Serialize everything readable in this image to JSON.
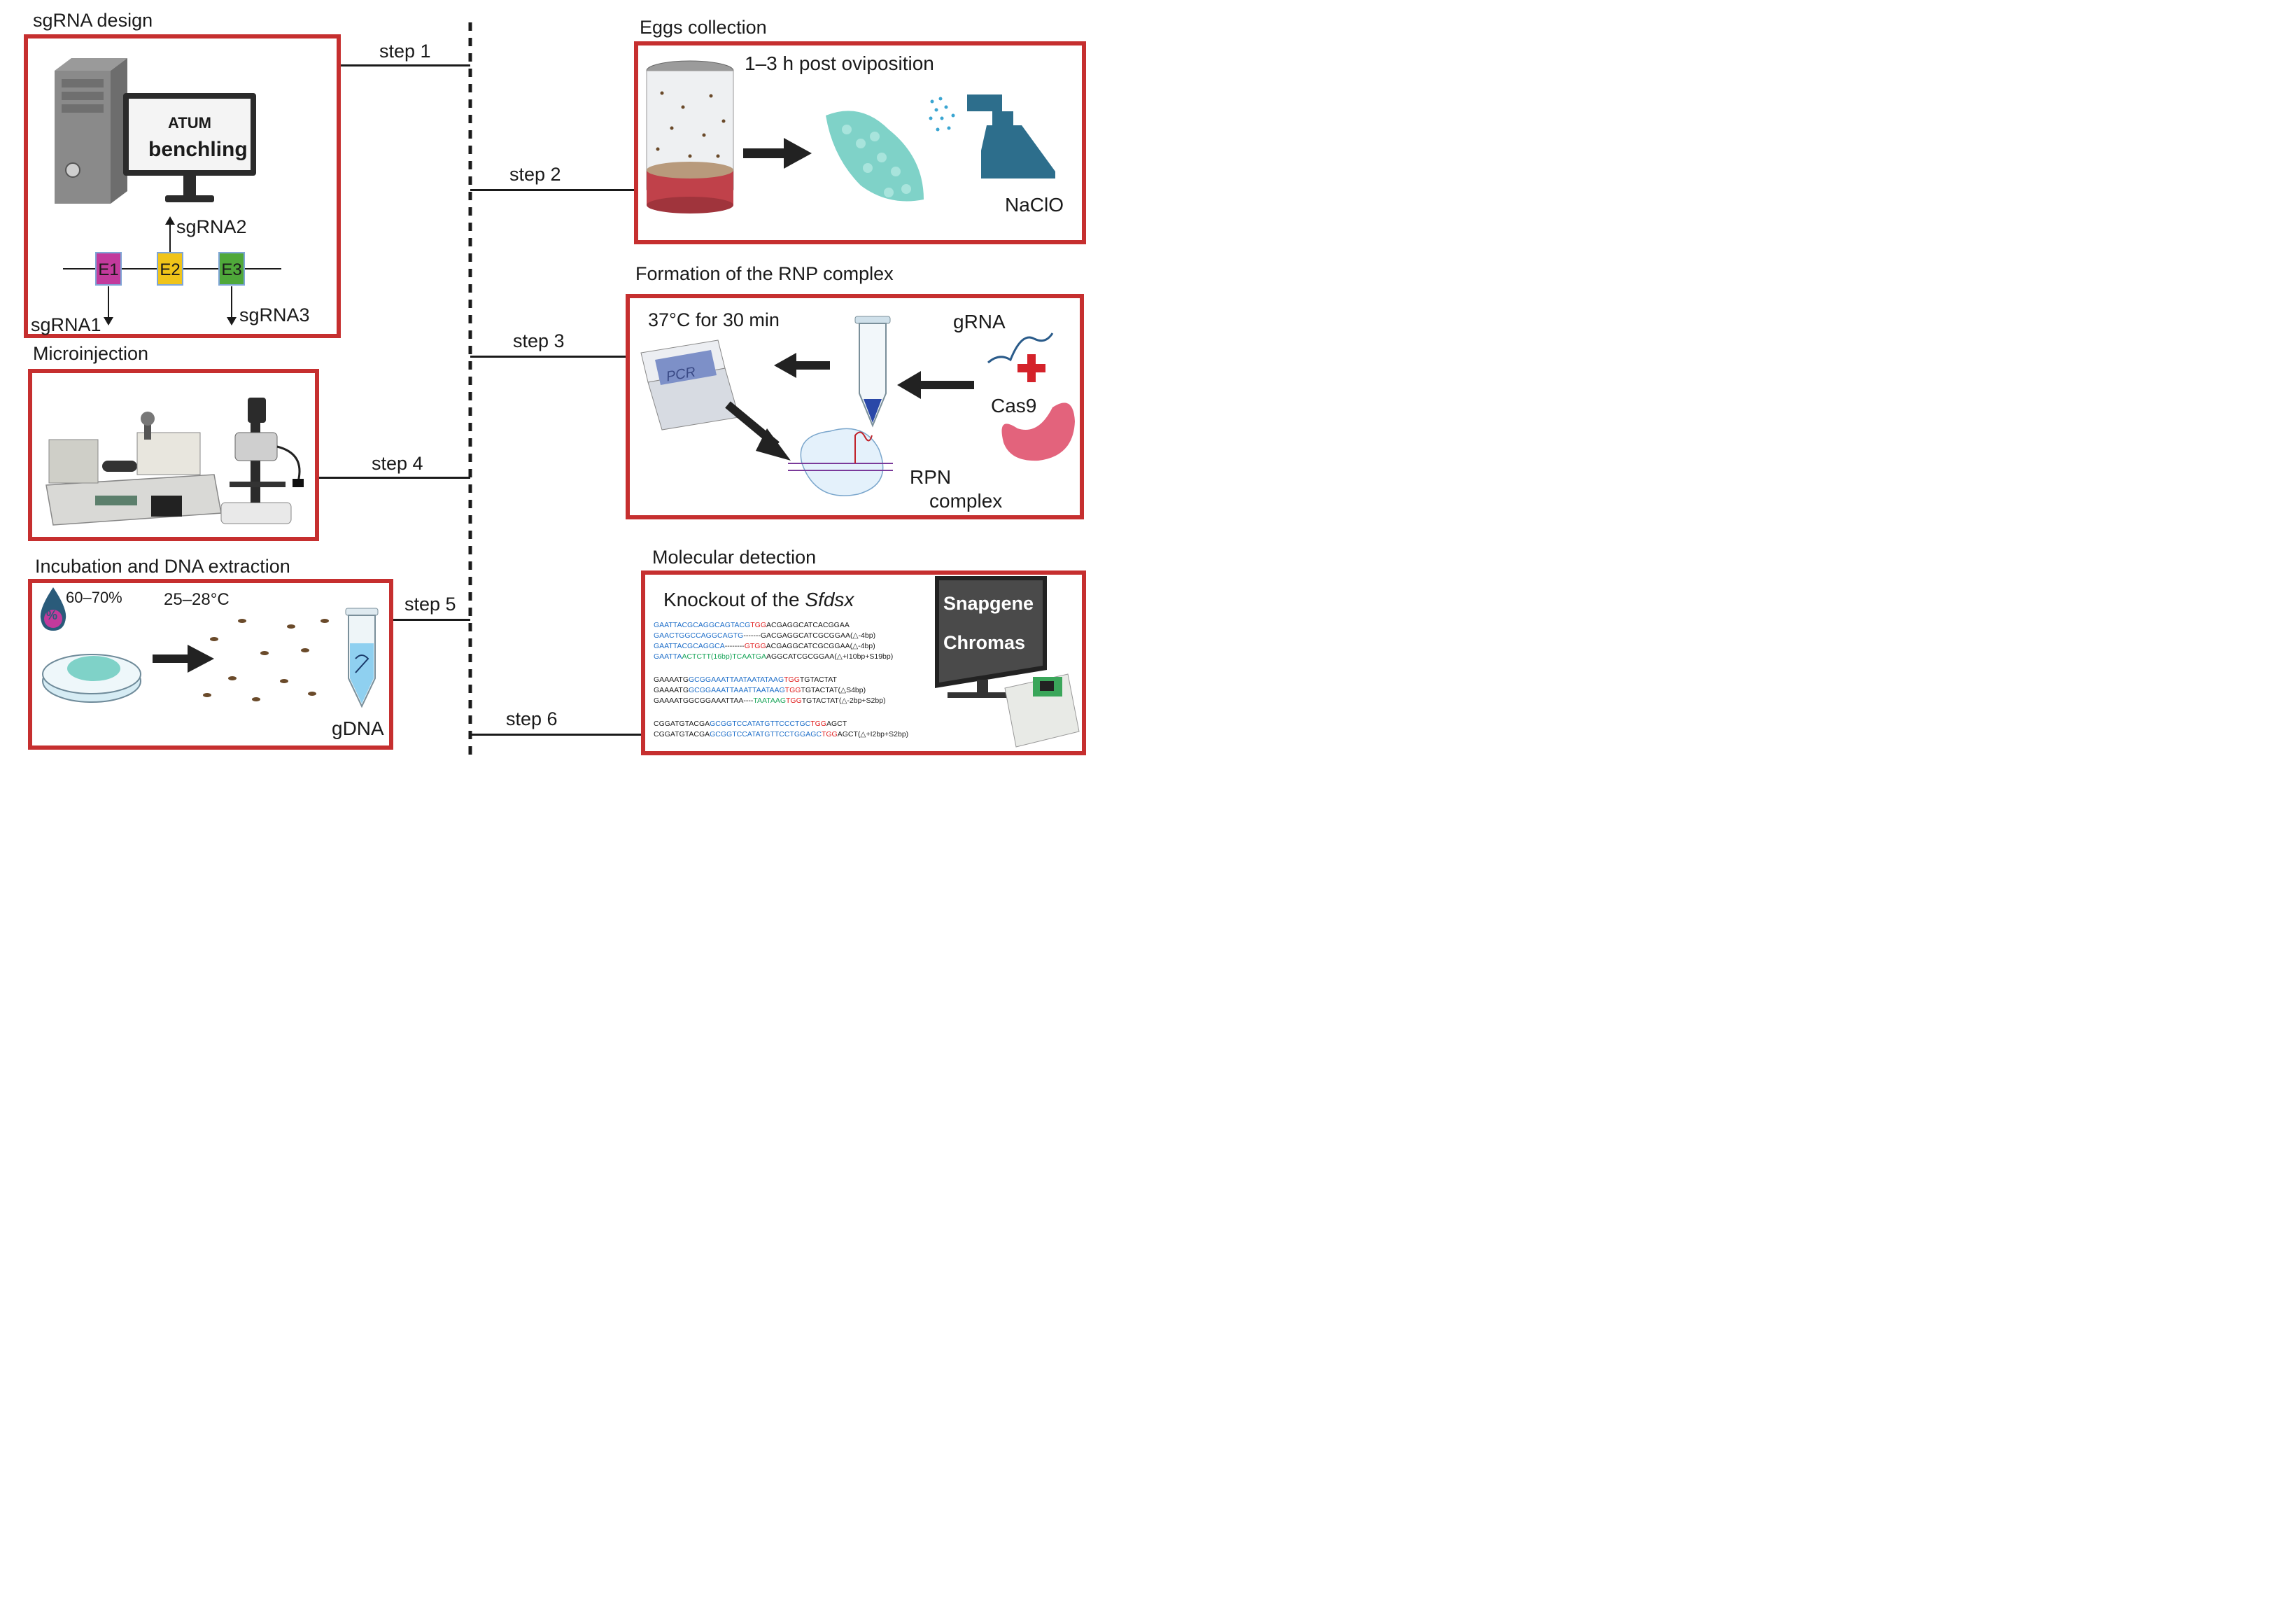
{
  "steps": {
    "s1": "step 1",
    "s2": "step 2",
    "s3": "step 3",
    "s4": "step 4",
    "s5": "step 5",
    "s6": "step 6"
  },
  "sgrna_design": {
    "title": "sgRNA design",
    "monitor_line1": "ATUM",
    "monitor_line2": "benchling",
    "exons": [
      "E1",
      "E2",
      "E3"
    ],
    "exon_colors": [
      "#c23a9c",
      "#f0c419",
      "#4fa83a"
    ],
    "guides": [
      "sgRNA1",
      "sgRNA2",
      "sgRNA3"
    ]
  },
  "microinjection": {
    "title": "Microinjection"
  },
  "incubation": {
    "title": "Incubation and DNA extraction",
    "humidity": "60–70%",
    "humidity_icon": "%",
    "temperature": "25–28°C",
    "tube_label": "gDNA"
  },
  "eggs": {
    "title": "Eggs collection",
    "timing": "1–3 h post oviposition",
    "reagent": "NaClO"
  },
  "rnp": {
    "title": "Formation of the RNP complex",
    "condition": "37°C for 30 min",
    "machine_label": "PCR",
    "guide_label": "gRNA",
    "protein_label": "Cas9",
    "complex_line1": "RPN",
    "complex_line2": "complex"
  },
  "detection": {
    "title": "Molecular detection",
    "heading_prefix": "Knockout of the ",
    "heading_gene": "Sfdsx",
    "software1": "Snapgene",
    "software2": "Chromas",
    "seq_groups": [
      [
        [
          [
            "GAATTACGCAGGCAGTACG",
            "b"
          ],
          [
            "TGG",
            "r"
          ],
          [
            "ACGAGGCATCACGGAA",
            "k"
          ]
        ],
        [
          [
            "GAACTGGCCAGGCAGTG",
            "b"
          ],
          [
            "-------",
            "k"
          ],
          [
            "GACGAGGCATCGCGGAA(△-4bp)",
            "k"
          ]
        ],
        [
          [
            "GAATTACGCAGGCA",
            "b"
          ],
          [
            "--------",
            "k"
          ],
          [
            "GTGG",
            "r"
          ],
          [
            "ACGAGGCATCGCGGAA(△-4bp)",
            "k"
          ]
        ],
        [
          [
            "GAATTA",
            "b"
          ],
          [
            "ACTCTT(16bp)TCAATGA",
            "g"
          ],
          [
            "AGGCATCGCGGAA(△+I10bp+S19bp)",
            "k"
          ]
        ]
      ],
      [
        [
          [
            "GAAAATG",
            "k"
          ],
          [
            "GCGGAAATTAATAATATAAG",
            "b"
          ],
          [
            "TGG",
            "r"
          ],
          [
            "TGTACTAT",
            "k"
          ]
        ],
        [
          [
            "GAAAATG",
            "k"
          ],
          [
            "GCGGAAATTAAATTAATAAG",
            "b"
          ],
          [
            "TGG",
            "r"
          ],
          [
            "TGTACTAT(△S4bp)",
            "k"
          ]
        ],
        [
          [
            "GAAAATGGCGGAAATTAA----",
            "k"
          ],
          [
            "TAATAAG",
            "g"
          ],
          [
            "TGG",
            "r"
          ],
          [
            "TGTACTAT(△-2bp+S2bp)",
            "k"
          ]
        ]
      ],
      [
        [
          [
            "CGGATGTACGA",
            "k"
          ],
          [
            "GCGGTCCATATGTTCCCTGC",
            "b"
          ],
          [
            "TGG",
            "r"
          ],
          [
            "AGCT",
            "k"
          ]
        ],
        [
          [
            "CGGATGTACGA",
            "k"
          ],
          [
            "GCGGTCCATATGTTCCTGGAGC",
            "b"
          ],
          [
            "TGG",
            "r"
          ],
          [
            "AGCT(△+I2bp+S2bp)",
            "k"
          ]
        ]
      ]
    ]
  }
}
